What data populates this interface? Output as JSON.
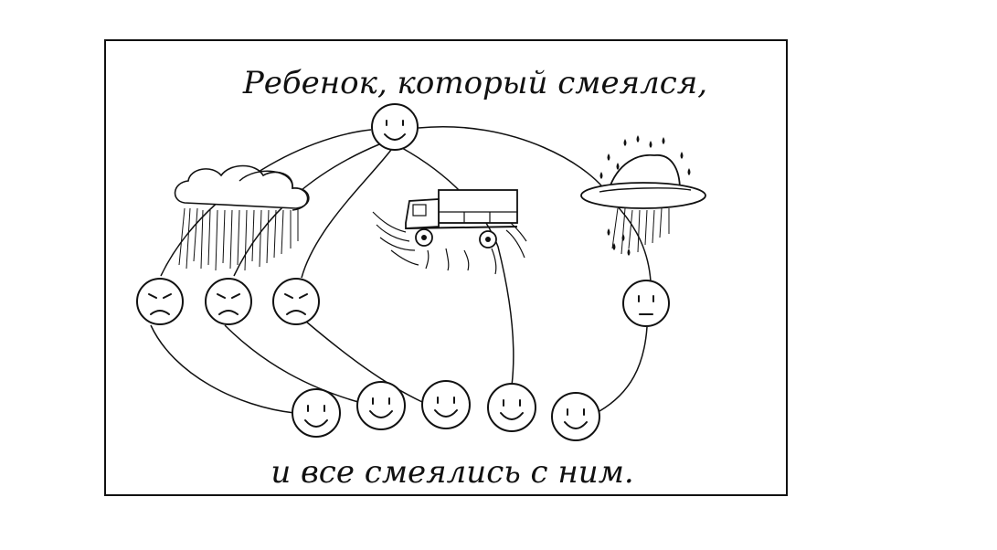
{
  "title_top": "Ребенок, который смеялся,",
  "title_bottom": "и все смеялись с ним.",
  "faces": {
    "top": "happy",
    "left_row": [
      "sad",
      "sad",
      "sad"
    ],
    "right_single": "neutral",
    "bottom_row": [
      "happy",
      "happy",
      "happy",
      "happy",
      "happy"
    ]
  },
  "icons": [
    "rain-cloud-icon",
    "truck-splash-icon",
    "umbrella-rain-icon"
  ],
  "colors": {
    "ink": "#111111",
    "paper": "#ffffff"
  }
}
